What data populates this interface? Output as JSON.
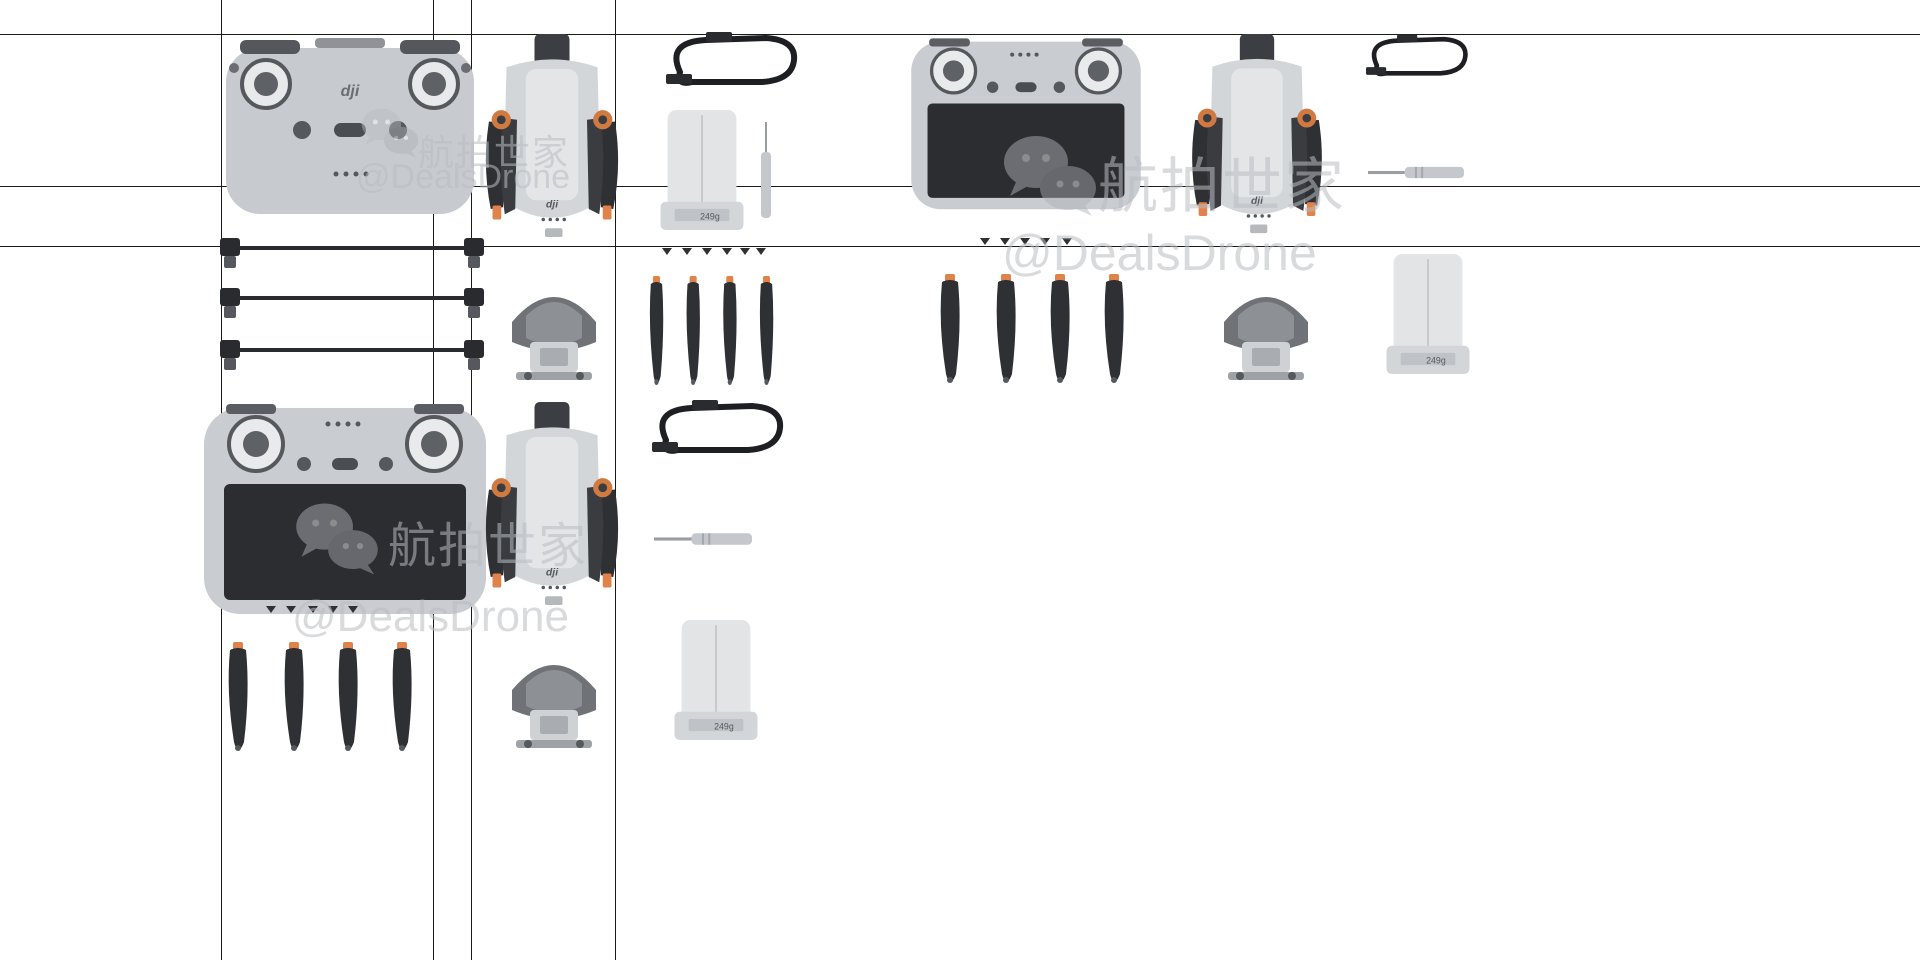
{
  "watermark": {
    "cn_text": "航拍世家",
    "handle": "@DealsDrone"
  },
  "product_labels": {
    "remote_brand": "dji",
    "drone_brand": "dji",
    "battery_weight": "249g"
  },
  "colors": {
    "device_gray": "#c9ccd0",
    "device_dark": "#4a4d52",
    "screen": "#2b2d31",
    "propeller": "#2e3033",
    "prop_tip": "#e0834a",
    "gridline": "#1a1a1a",
    "watermark": "#b9bcc1"
  },
  "icons": {
    "watermark_logo": "wechat-icon"
  }
}
